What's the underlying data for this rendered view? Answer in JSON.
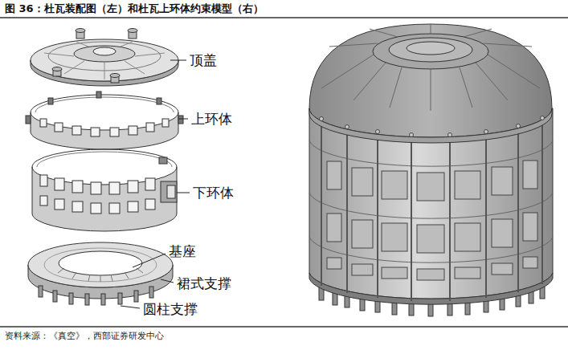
{
  "diagram": {
    "title": "图 36：杜瓦装配图（左）和杜瓦上环体约束模型（右）",
    "caption": "资料来源：《真空》，西部证券研发中心",
    "labels": [
      "顶盖",
      "上环体",
      "下环体",
      "基座",
      "裙式支撑",
      "圆柱支撑"
    ]
  }
}
